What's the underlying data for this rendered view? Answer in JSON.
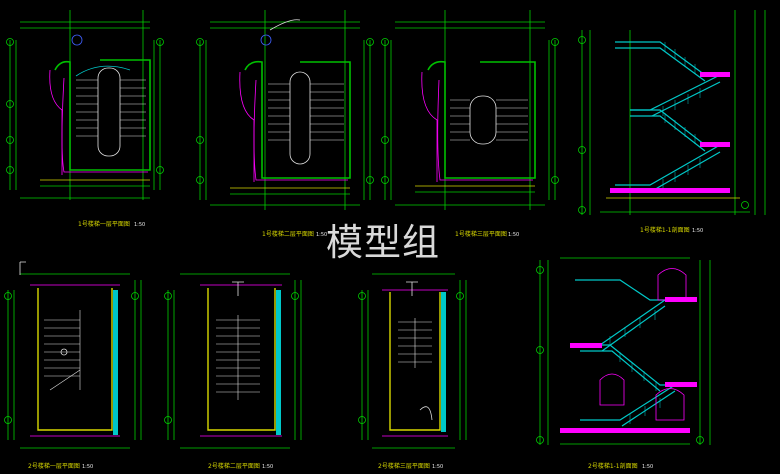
{
  "watermark": "模型组",
  "drawings": [
    {
      "title": "1号楼梯一层平面图",
      "scale": "1:50"
    },
    {
      "title": "1号楼梯二层平面图",
      "scale": "1:50"
    },
    {
      "title": "1号楼梯三层平面图",
      "scale": "1:50"
    },
    {
      "title": "1号楼梯1-1剖面图",
      "scale": "1:50"
    },
    {
      "title": "2号楼梯一层平面图",
      "scale": "1:50"
    },
    {
      "title": "2号楼梯二层平面图",
      "scale": "1:50"
    },
    {
      "title": "2号楼梯三层平面图",
      "scale": "1:50"
    },
    {
      "title": "2号楼梯1-1剖面图",
      "scale": "1:50"
    }
  ],
  "colors": {
    "background": "#000000",
    "wall": "#00c000",
    "dimension": "#00e000",
    "stair": "#e0e0e0",
    "railing": "#00c8c8",
    "accent": "#ff00ff",
    "note": "#ffff00"
  }
}
